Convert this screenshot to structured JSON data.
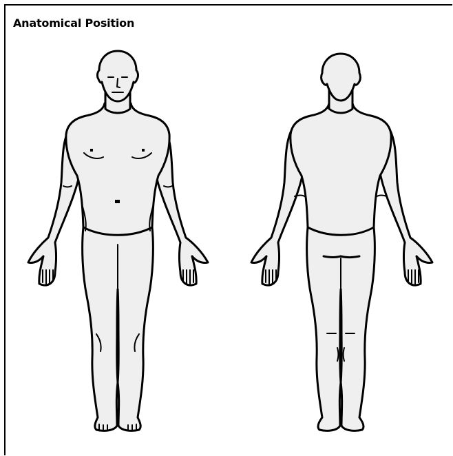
{
  "title": "Anatomical Position",
  "colors": {
    "background": "#ffffff",
    "outline": "#000000",
    "body_fill": "#efefef"
  },
  "figures": [
    {
      "id": "anterior",
      "view": "front"
    },
    {
      "id": "posterior",
      "view": "back"
    }
  ]
}
